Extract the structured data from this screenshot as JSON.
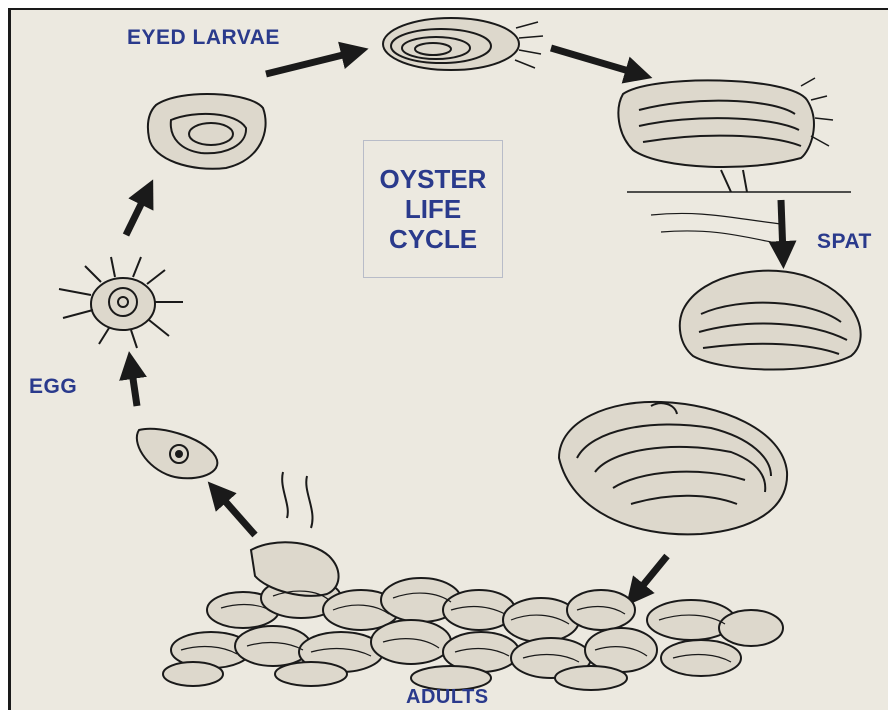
{
  "title": {
    "line1": "OYSTER",
    "line2": "LIFE",
    "line3": "CYCLE"
  },
  "stages": {
    "eyed_larvae": "EYED LARVAE",
    "spat": "SPAT",
    "egg": "EGG",
    "adults": "ADULTS"
  },
  "colors": {
    "label_blue": "#2a3a8c",
    "paper": "#ece9e0",
    "ink": "#1a1a1a"
  }
}
